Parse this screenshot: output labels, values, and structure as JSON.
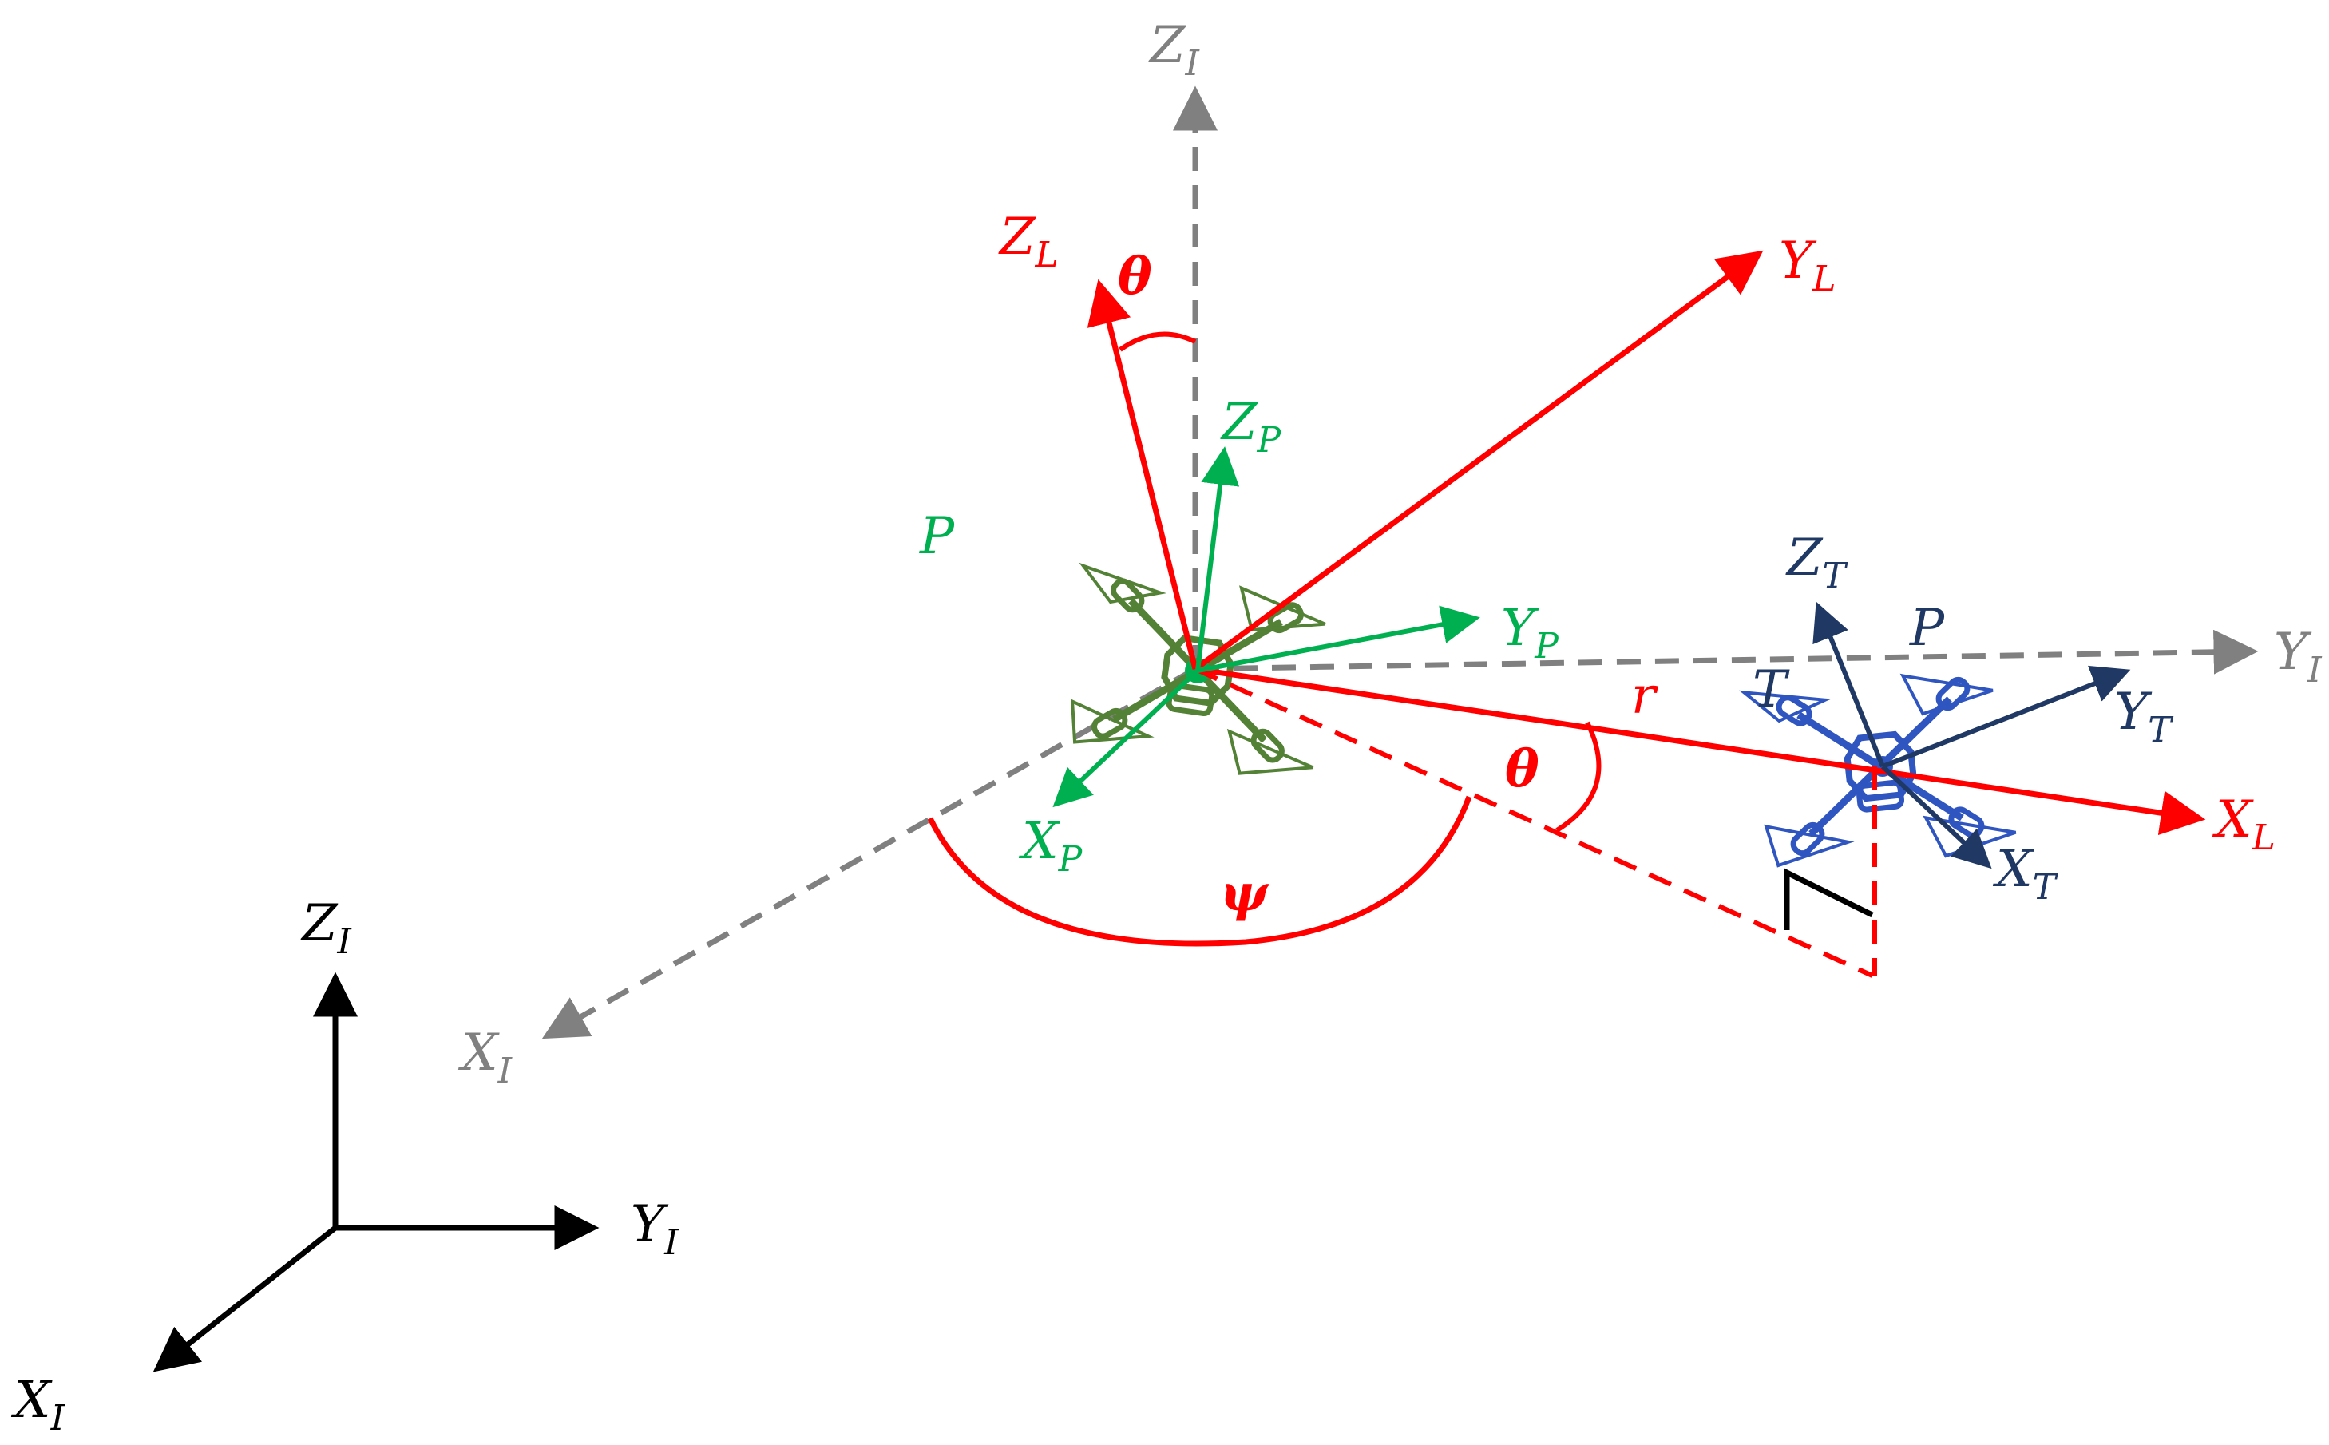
{
  "colors": {
    "inertial_gray": "#808080",
    "los_red": "#ff0000",
    "pursuer_green": "#00b050",
    "pursuer_drone": "#538135",
    "target_navy": "#1f3864",
    "target_drone": "#2f55c0",
    "reference_black": "#000000"
  },
  "labels": {
    "zi_top": {
      "base": "Z",
      "sub": "I"
    },
    "yi_right": {
      "base": "Y",
      "sub": "I"
    },
    "xi_diag": {
      "base": "X",
      "sub": "I"
    },
    "zl": {
      "base": "Z",
      "sub": "L"
    },
    "yl": {
      "base": "Y",
      "sub": "L"
    },
    "xl": {
      "base": "X",
      "sub": "L"
    },
    "zp": {
      "base": "Z",
      "sub": "P"
    },
    "yp": {
      "base": "Y",
      "sub": "P"
    },
    "xp": {
      "base": "X",
      "sub": "P"
    },
    "zt": {
      "base": "Z",
      "sub": "T"
    },
    "yt": {
      "base": "Y",
      "sub": "T"
    },
    "xt": {
      "base": "X",
      "sub": "T"
    },
    "ref_z": {
      "base": "Z",
      "sub": "I"
    },
    "ref_y": {
      "base": "Y",
      "sub": "I"
    },
    "ref_x": {
      "base": "X",
      "sub": "I"
    },
    "pursuer_name": "P",
    "target_name": "T",
    "target_p": "P",
    "range": "r",
    "theta_top": "θ",
    "theta_los": "θ",
    "psi": "ψ"
  }
}
